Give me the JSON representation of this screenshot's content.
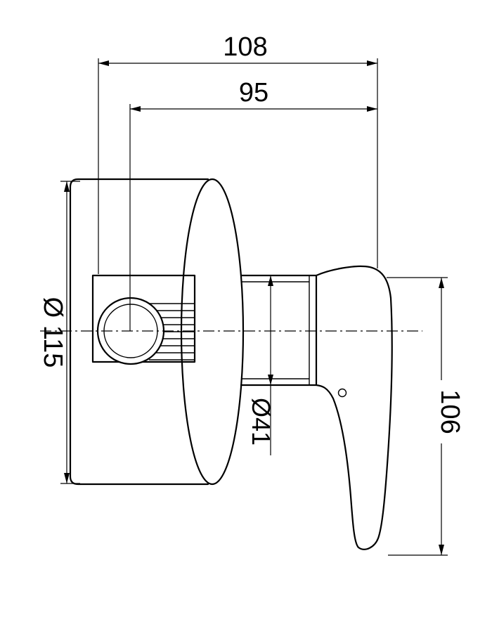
{
  "drawing": {
    "background": "#ffffff",
    "line_color": "#000000",
    "dimensions": {
      "overall_depth": "108",
      "body_depth": "95",
      "plate_diameter": "Ø 115",
      "trim_diameter": "Ø41",
      "handle_length": "106"
    }
  }
}
